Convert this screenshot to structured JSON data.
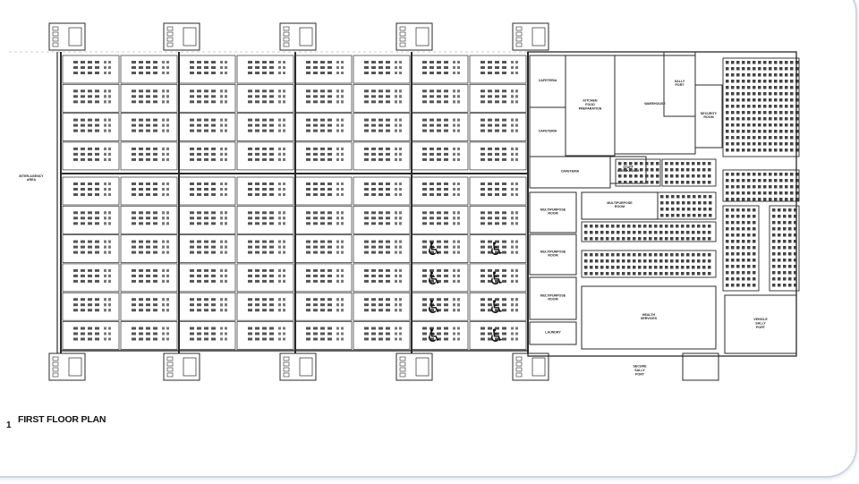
{
  "plan": {
    "title": "FIRST FLOOR PLAN",
    "number": "1",
    "housing_pods": {
      "columns": 8,
      "top_rows": 4,
      "bottom_rows": 6
    },
    "accessible_cells": 8,
    "rooms": [
      {
        "name": "CAFETERIA",
        "id": "cafeteria-1"
      },
      {
        "name": "CAFETERIA",
        "id": "cafeteria-2"
      },
      {
        "name": "CAFETERIA",
        "id": "cafeteria-3"
      },
      {
        "name": "KITCHEN FOOD PREPARATION",
        "id": "kitchen"
      },
      {
        "name": "WAREHOUSE",
        "id": "warehouse"
      },
      {
        "name": "SALLY PORT",
        "id": "sally-port-top"
      },
      {
        "name": "SECURITY ROOM",
        "id": "security-room"
      },
      {
        "name": "STAFF BREAKROOM",
        "id": "staff-breakroom"
      },
      {
        "name": "MULTIPURPOSE ROOM",
        "id": "multipurpose-1"
      },
      {
        "name": "MULTIPURPOSE ROOM",
        "id": "multipurpose-2"
      },
      {
        "name": "MULTIPURPOSE ROOM",
        "id": "multipurpose-3"
      },
      {
        "name": "MULTIPURPOSE ROOM",
        "id": "multipurpose-4"
      },
      {
        "name": "LAUNDRY",
        "id": "laundry"
      },
      {
        "name": "HEALTH SERVICES",
        "id": "health-services"
      },
      {
        "name": "INTER-AGENCY AREA",
        "id": "inter-agency"
      },
      {
        "name": "VEHICLE SALLY PORT",
        "id": "vehicle-sally-port"
      },
      {
        "name": "SECURE SALLY PORT",
        "id": "secure-sally-port"
      }
    ]
  },
  "colors": {
    "line": "#2a2a2a",
    "frame": "#cfd6de"
  }
}
